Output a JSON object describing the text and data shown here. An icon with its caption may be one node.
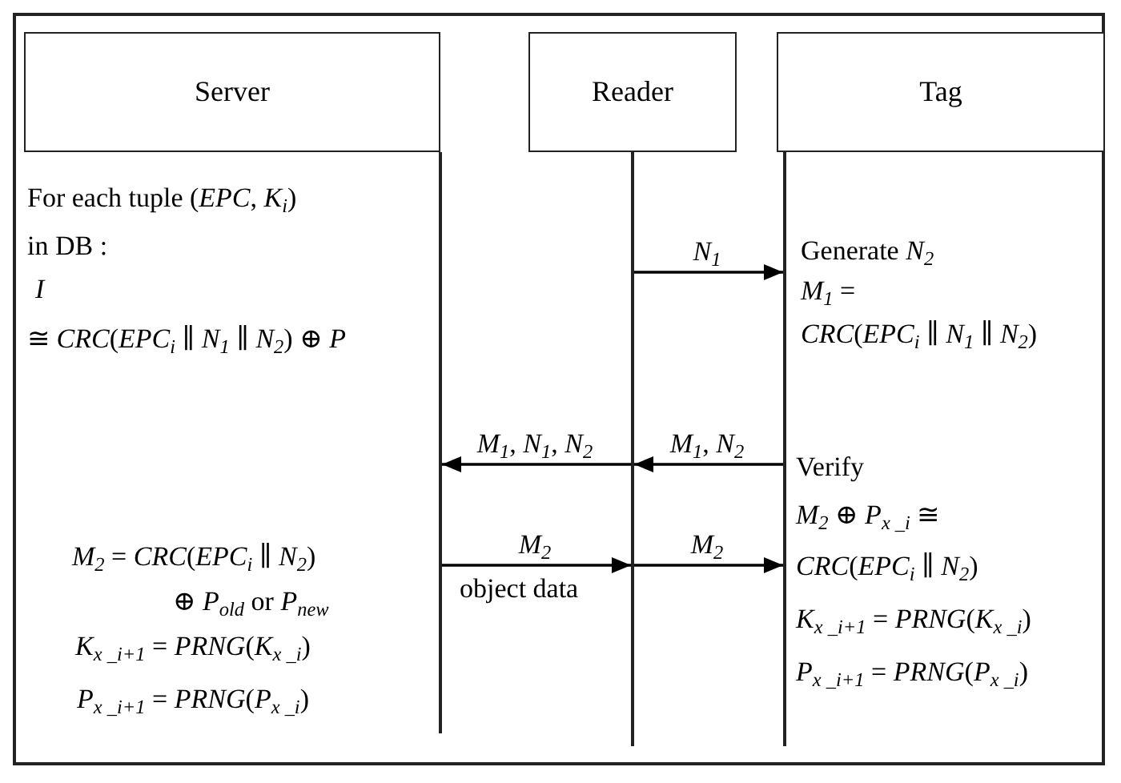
{
  "diagram": {
    "nodes": [
      {
        "text": [
          "Server"
        ]
      },
      {
        "text": [
          "Reader"
        ]
      },
      {
        "text": [
          "Tag"
        ]
      },
      {
        "text": [],
        "shape": "bar"
      },
      {
        "text": [],
        "shape": "bar"
      },
      {
        "text": [],
        "shape": "bar"
      }
    ],
    "edges": [
      {
        "from": 4,
        "to": 5,
        "arrow": "to",
        "label": "*N*$_{1}$"
      },
      {
        "from": 5,
        "to": 4,
        "arrow": "to",
        "label": "*M*$_{1}$, *N*$_{2}$"
      },
      {
        "from": 4,
        "to": 3,
        "arrow": "to",
        "label": "*M*$_{1}$, *N*$_{1}$, *N*$_{2}$"
      },
      {
        "from": 3,
        "to": 4,
        "arrow": "to",
        "label": "*M*$_{2}$"
      },
      {
        "from": 4,
        "to": 5,
        "arrow": "to",
        "label": "*M*$_{2}$"
      }
    ],
    "labels": [
      "For each tuple (*EPC*, *K*$_{i}$)",
      "in DB :",
      "Generate *N*$_{2}$",
      "*I*",
      "*M*$_{1}$ =",
      "*CRC*(*EPC*$_{i}$ ∥ *N*$_{1}$ ∥ *N*$_{2}$)",
      "≅ *CRC*(*EPC*$_{i}$ ∥ *N*$_{1}$ ∥ *N*$_{2}$) ⊕ *P*",
      "Verify",
      "*M*$_{2}$ ⊕ *P*$_{x _i}$ ≅",
      "*M*$_{2}$ = *CRC*(*EPC*$_{i}$ ∥ *N*$_{2}$)",
      "*CRC*(*EPC*$_{i}$ ∥ *N*$_{2}$)",
      "object data",
      "⊕ *P*$_{old}$ or *P*$_{new}$",
      "*K*$_{x _i+1}$ = *PRNG*(*K*$_{x _i}$)",
      "*K*$_{x _i+1}$ = *PRNG*(*K*$_{x _i}$)",
      "*P*$_{x _i+1}$ = *PRNG*(*P*$_{x _i}$)",
      "*P*$_{x _i+1}$ = *PRNG*(*P*$_{x _i}$)"
    ]
  }
}
